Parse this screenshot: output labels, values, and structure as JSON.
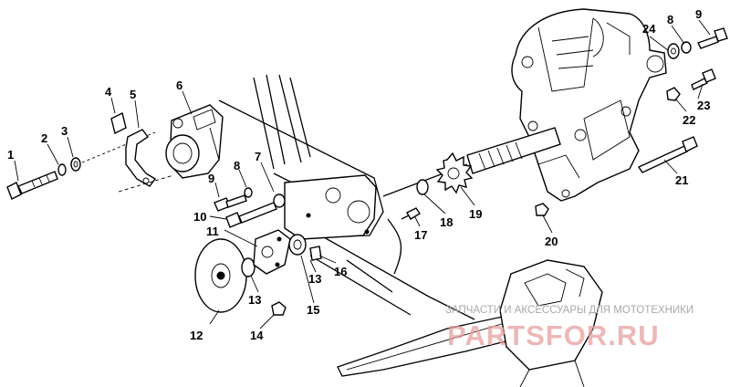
{
  "callouts": [
    "1",
    "2",
    "3",
    "4",
    "5",
    "6",
    "7",
    "8",
    "9",
    "10",
    "11",
    "12",
    "13",
    "13",
    "14",
    "15",
    "16",
    "17",
    "18",
    "19",
    "20",
    "21",
    "22",
    "23",
    "24",
    "8",
    "9"
  ],
  "watermark": {
    "tagline": "ЗАПЧАСТИ И АКСЕССУАРЫ ДЛЯ МОТОТЕХНИКИ",
    "logo": "PARTSFOR.RU"
  }
}
